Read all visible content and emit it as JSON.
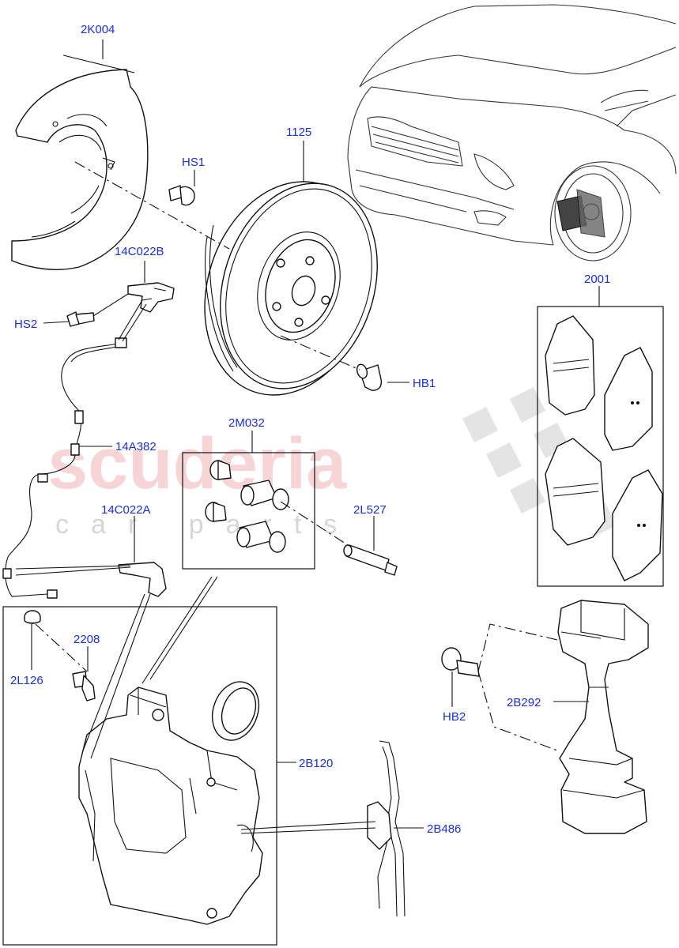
{
  "watermark": {
    "brand": "scuderia",
    "sub": "car parts"
  },
  "labels": {
    "shield": "2K004",
    "disc": "1125",
    "bolt_shield": "HS1",
    "bracket_b": "14C022B",
    "bolt_sensor": "HS2",
    "bolt_disc": "HB1",
    "pad_kit": "2001",
    "sensor_wire": "14A382",
    "pin_kit": "2M032",
    "guide_pin": "2L527",
    "bracket_a": "14C022A",
    "bleed_valve": "2208",
    "bleed_cap": "2L126",
    "caliper": "2B120",
    "spring_clip": "2B486",
    "carrier_bolt": "HB2",
    "carrier": "2B292"
  }
}
